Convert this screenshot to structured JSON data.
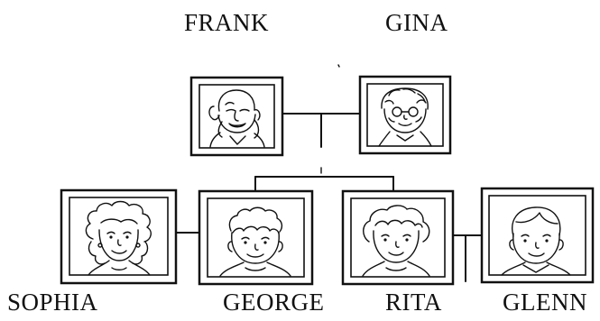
{
  "grandparents": [
    {
      "name": "FRANK"
    },
    {
      "name": "GINA"
    }
  ],
  "children": [
    {
      "name": "SOPHIA"
    },
    {
      "name": "GEORGE"
    },
    {
      "name": "RITA"
    },
    {
      "name": "GLENN"
    }
  ]
}
